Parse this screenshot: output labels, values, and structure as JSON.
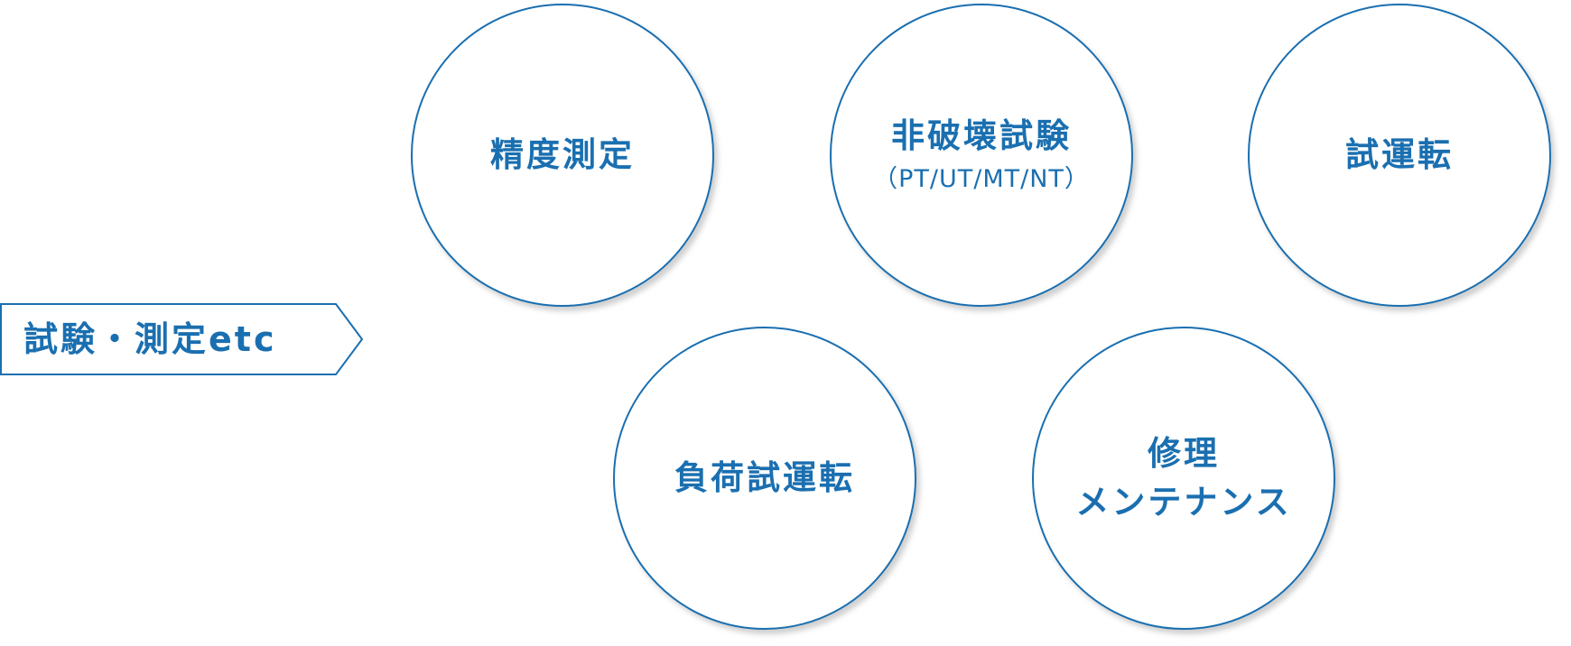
{
  "colors": {
    "accent": "#1a6fb0"
  },
  "category_label": "試験・測定etc",
  "items": [
    {
      "title": "精度測定",
      "subtitle": ""
    },
    {
      "title": "非破壊試験",
      "subtitle": "（PT/UT/MT/NT）"
    },
    {
      "title": "試運転",
      "subtitle": ""
    },
    {
      "title": "負荷試運転",
      "subtitle": ""
    },
    {
      "title": "修理",
      "subtitle": "メンテナンス"
    }
  ]
}
